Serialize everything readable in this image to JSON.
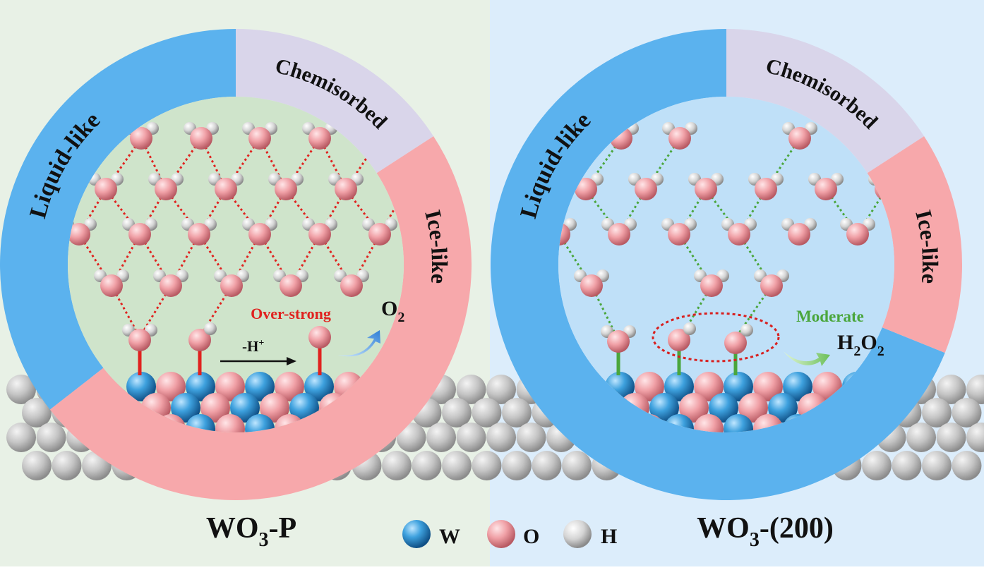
{
  "panels": [
    {
      "id": "left",
      "label_main": "WO",
      "label_sub": "3",
      "label_tail": "-P",
      "ring": [
        {
          "label": "Liquid-like",
          "color": "#5bb2ee"
        },
        {
          "label": "Chemisorbed",
          "color": "#d9d5ea"
        },
        {
          "label": "Ice-like",
          "color": "#f7a8ab"
        }
      ],
      "annotation": "Over-strong",
      "annotation_color": "#e0221f",
      "arrow_label": "-H",
      "arrow_label_sup": "+",
      "product_main": "O",
      "product_sub": "2",
      "bond_color": "#e0221f"
    },
    {
      "id": "right",
      "label_main": "WO",
      "label_sub": "3",
      "label_tail": "-(200)",
      "ring": [
        {
          "label": "Liquid-like",
          "color": "#5bb2ee"
        },
        {
          "label": "Chemisorbed",
          "color": "#d9d5ea"
        },
        {
          "label": "Ice-like",
          "color": "#f7a8ab"
        }
      ],
      "annotation": "Moderate",
      "annotation_color": "#4aa63c",
      "product_main": "H",
      "product_sub1": "2",
      "product_mid": "O",
      "product_sub2": "2",
      "bond_color": "#4aa63c"
    }
  ],
  "legend": [
    {
      "label": "W",
      "color": "#2f8ec8"
    },
    {
      "label": "O",
      "color": "#f2a0a6"
    },
    {
      "label": "H",
      "color": "#d8d8d8"
    }
  ]
}
